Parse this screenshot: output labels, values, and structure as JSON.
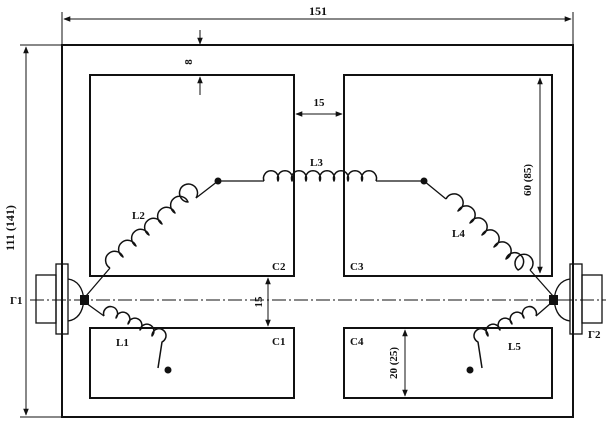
{
  "dimensions": {
    "overall_width": "151",
    "overall_height": "111 (141)",
    "top_gap": "8",
    "gap_between_top": "15",
    "gap_between_rows": "15",
    "top_plate_height": "60 (85)",
    "bottom_plate_height": "20 (25)"
  },
  "labels": {
    "L1": "L1",
    "L2": "L2",
    "L3": "L3",
    "L4": "L4",
    "L5": "L5",
    "C1": "C1",
    "C2": "C2",
    "C3": "C3",
    "C4": "C4",
    "G1": "Г1",
    "G2": "Г2"
  }
}
